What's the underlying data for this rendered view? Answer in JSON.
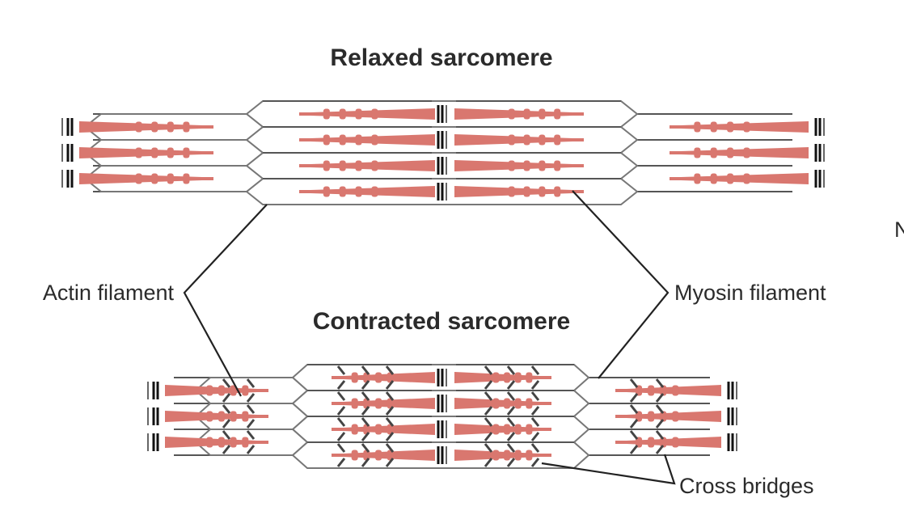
{
  "titles": {
    "relaxed": "Relaxed sarcomere",
    "contracted": "Contracted sarcomere"
  },
  "labels": {
    "actin": "Actin filament",
    "myosin": "Myosin filament",
    "cross_bridges": "Cross bridges",
    "stray": "N"
  },
  "colors": {
    "myosin": "#d9776f",
    "actin": "#555555",
    "z_line": "#111111",
    "text": "#2b2b2b"
  }
}
